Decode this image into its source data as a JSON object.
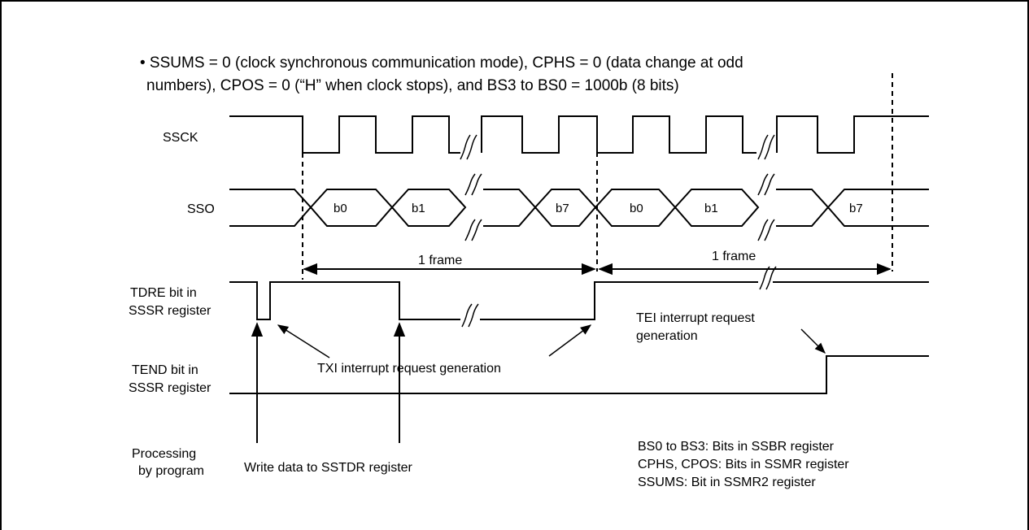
{
  "note": {
    "line1": "• SSUMS = 0 (clock synchronous communication mode), CPHS = 0 (data change at odd",
    "line2": "numbers), CPOS = 0 (“H” when clock stops), and BS3 to BS0 = 1000b (8 bits)"
  },
  "signals": {
    "sscк": "SSCK",
    "sso": "SSO",
    "tdre_line1": "TDRE bit in",
    "tdre_line2": "SSSR register",
    "tend_line1": "TEND bit in",
    "tend_line2": "SSSR register",
    "proc_line1": "Processing",
    "proc_line2": "by program"
  },
  "bits": {
    "b0_a": "b0",
    "b1_a": "b1",
    "b7_a": "b7",
    "b0_b": "b0",
    "b1_b": "b1",
    "b7_b": "b7"
  },
  "frames": {
    "frame1": "1 frame",
    "frame2": "1 frame"
  },
  "annotations": {
    "txi": "TXI interrupt request generation",
    "tei_line1": "TEI interrupt request",
    "tei_line2": "generation",
    "write": "Write data to SSTDR register"
  },
  "legend": {
    "line1": "BS0 to BS3: Bits in SSBR register",
    "line2": "CPHS, CPOS: Bits in SSMR register",
    "line3": "SSUMS: Bit in SSMR2 register"
  }
}
